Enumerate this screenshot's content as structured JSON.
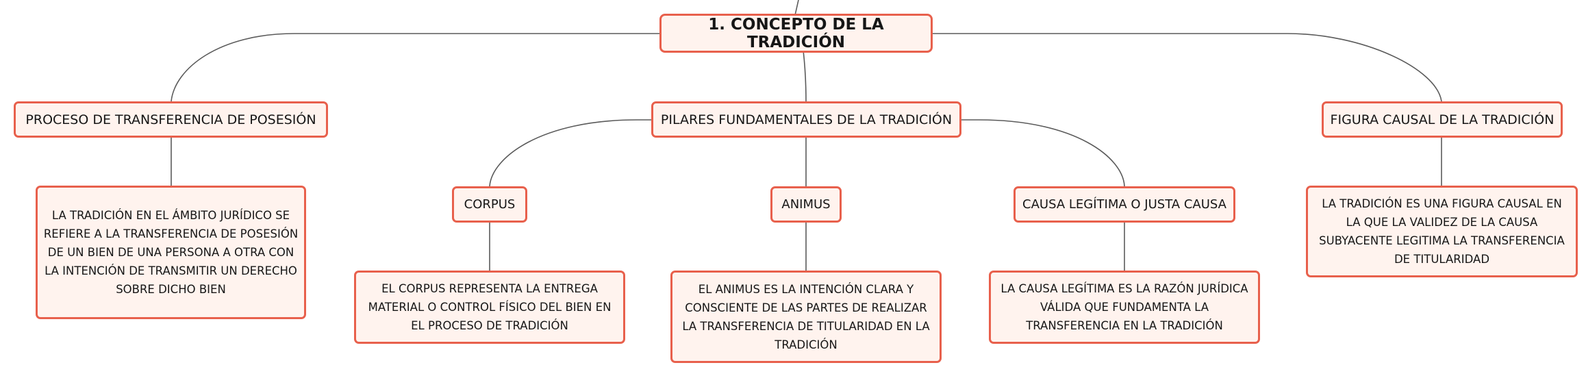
{
  "colors": {
    "node_border": "#e8604c",
    "node_fill": "#fff3ee",
    "connector": "#5a5a5a",
    "text": "#161616"
  },
  "mindmap": {
    "central_topic": "1. CONCEPTO DE LA TRADICIÓN",
    "branches": {
      "transfer": {
        "title": "PROCESO DE TRANSFERENCIA DE POSESIÓN",
        "detail": "LA TRADICIÓN EN EL ÁMBITO JURÍDICO SE REFIERE A LA TRANSFERENCIA DE POSESIÓN DE UN BIEN DE UNA PERSONA A OTRA CON LA INTENCIÓN DE TRANSMITIR UN DERECHO SOBRE DICHO BIEN"
      },
      "pillars": {
        "title": "PILARES FUNDAMENTALES DE LA TRADICIÓN",
        "corpus": {
          "title": "CORPUS",
          "detail": "EL CORPUS REPRESENTA LA ENTREGA MATERIAL O CONTROL FÍSICO DEL BIEN EN EL PROCESO DE TRADICIÓN"
        },
        "animus": {
          "title": "ANIMUS",
          "detail": "EL ANIMUS ES LA INTENCIÓN CLARA Y CONSCIENTE DE LAS PARTES DE REALIZAR LA TRANSFERENCIA DE TITULARIDAD EN LA TRADICIÓN"
        },
        "causa": {
          "title": "CAUSA LEGÍTIMA O JUSTA CAUSA",
          "detail": "LA CAUSA LEGÍTIMA ES LA RAZÓN JURÍDICA VÁLIDA QUE FUNDAMENTA LA TRANSFERENCIA EN LA TRADICIÓN"
        }
      },
      "causal": {
        "title": "FIGURA CAUSAL DE LA TRADICIÓN",
        "detail": "LA TRADICIÓN ES UNA FIGURA CAUSAL EN LA QUE LA VALIDEZ DE LA CAUSA SUBYACENTE LEGITIMA LA TRANSFERENCIA DE TITULARIDAD"
      }
    }
  }
}
